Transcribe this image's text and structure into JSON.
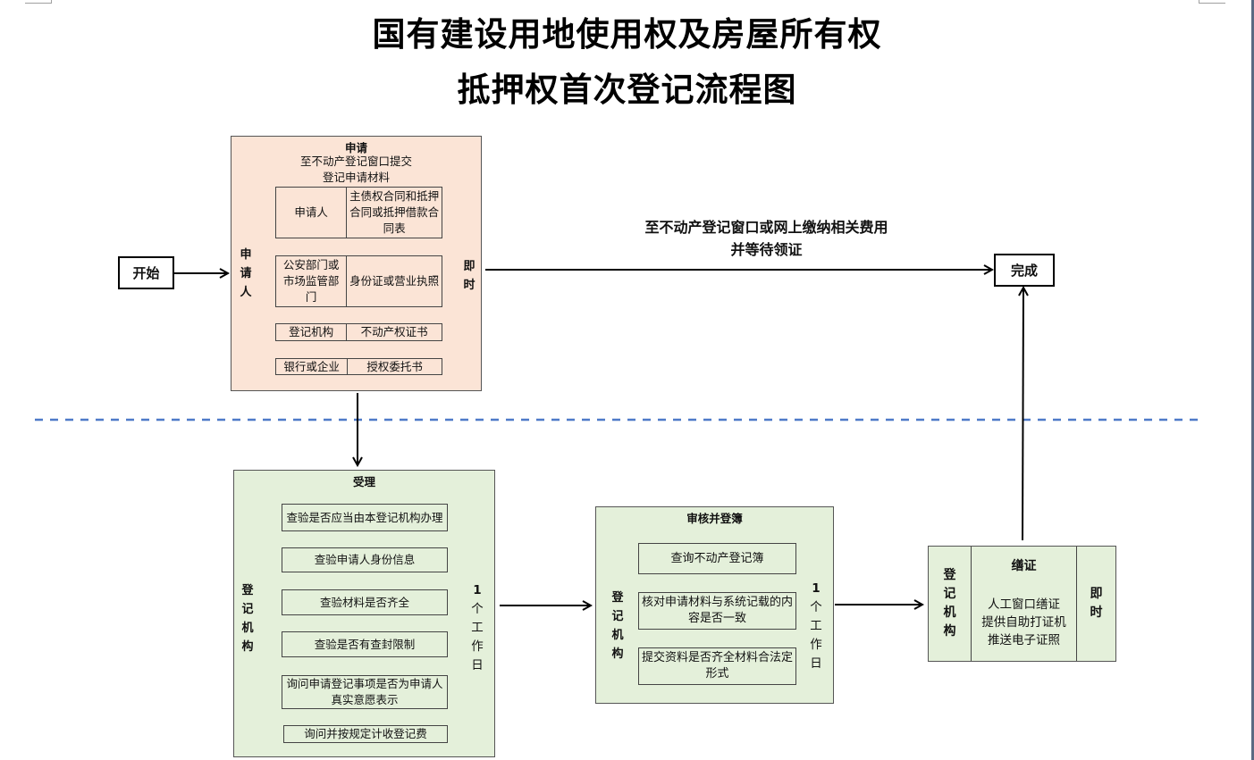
{
  "title": {
    "line1": "国有建设用地使用权及房屋所有权",
    "line2": "抵押权首次登记流程图"
  },
  "start": {
    "label": "开始"
  },
  "end": {
    "label": "完成"
  },
  "swimlane_divider": {
    "color": "#4f7ac8",
    "style": "dashed"
  },
  "apply": {
    "title": "申请",
    "subtitle_line1": "至不动产登记窗口提交",
    "subtitle_line2": "登记申请材料",
    "actor": [
      "申",
      "请",
      "人"
    ],
    "timing": [
      "即",
      "时"
    ],
    "color": "#fbe4d6",
    "materials": [
      {
        "party": "申请人",
        "document": "主债权合同和抵押合同或抵押借款合同表"
      },
      {
        "party": "公安部门或市场监管部门",
        "document": "身份证或营业执照"
      },
      {
        "party": "登记机构",
        "document": "不动产权证书"
      },
      {
        "party": "银行或企业",
        "document": "授权委托书"
      }
    ]
  },
  "fee_note": {
    "line1": "至不动产登记窗口或网上缴纳相关费用",
    "line2": "并等待领证"
  },
  "accept": {
    "title": "受理",
    "actor": [
      "登",
      "记",
      "机",
      "构"
    ],
    "timing": [
      "1",
      "个",
      "工",
      "作",
      "日"
    ],
    "color": "#e4f0da",
    "steps": [
      "查验是否应当由本登记机构办理",
      "查验申请人身份信息",
      "查验材料是否齐全",
      "查验是否有查封限制",
      "询问申请登记事项是否为申请人真实意愿表示",
      "询问并按规定计收登记费"
    ]
  },
  "review": {
    "title": "审核并登簿",
    "actor": [
      "登",
      "记",
      "机",
      "构"
    ],
    "timing": [
      "1",
      "个",
      "工",
      "作",
      "日"
    ],
    "color": "#e4f0da",
    "steps": [
      "查询不动产登记簿",
      "核对申请材料与系统记载的内容是否一致",
      "提交资料是否齐全材料合法定形式"
    ]
  },
  "certify": {
    "title": "缮证",
    "actor": [
      "登",
      "记",
      "机",
      "构"
    ],
    "timing": [
      "即",
      "时"
    ],
    "color": "#e4f0da",
    "lines": [
      "人工窗口缮证",
      "提供自助打证机",
      "推送电子证照"
    ]
  }
}
